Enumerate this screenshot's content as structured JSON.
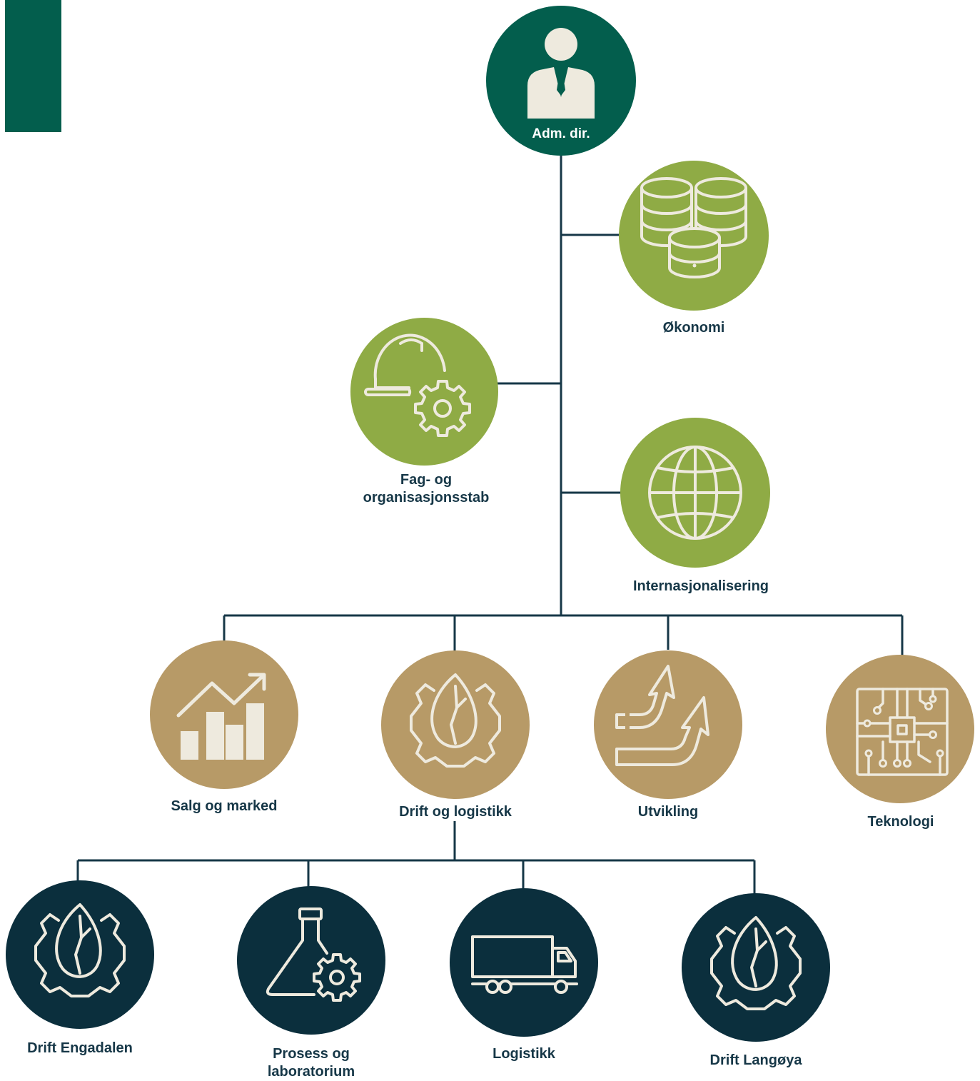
{
  "colors": {
    "ceo": "#035e4d",
    "staff": "#8fab45",
    "division": "#b79a67",
    "unit": "#0b2f3d",
    "icon": "#eeeade",
    "label": "#163747",
    "connector": "#163747"
  },
  "ceo": {
    "label": "Adm. dir.",
    "icon": "businessman-icon"
  },
  "staff": [
    {
      "id": "okonomi",
      "label": "Økonomi",
      "icon": "coin-stacks-icon"
    },
    {
      "id": "fag",
      "label_lines": [
        "Fag- og",
        "organisasjonsstab"
      ],
      "icon": "hardhat-gear-icon"
    },
    {
      "id": "internasjonalisering",
      "label": "Internasjonalisering",
      "icon": "globe-icon"
    }
  ],
  "divisions": [
    {
      "id": "salg",
      "label": "Salg og marked",
      "icon": "growth-chart-icon"
    },
    {
      "id": "drift",
      "label": "Drift og logistikk",
      "icon": "leaf-gear-icon"
    },
    {
      "id": "utvikling",
      "label": "Utvikling",
      "icon": "rising-arrows-icon"
    },
    {
      "id": "teknologi",
      "label": "Teknologi",
      "icon": "circuit-chip-icon"
    }
  ],
  "units": [
    {
      "id": "engadalen",
      "label": "Drift Engadalen",
      "icon": "leaf-gear-icon"
    },
    {
      "id": "prosess",
      "label_lines": [
        "Prosess og",
        "laboratorium"
      ],
      "icon": "flask-gear-icon"
    },
    {
      "id": "logistikk",
      "label": "Logistikk",
      "icon": "truck-icon"
    },
    {
      "id": "langoya",
      "label": "Drift Langøya",
      "icon": "leaf-gear-icon"
    }
  ]
}
